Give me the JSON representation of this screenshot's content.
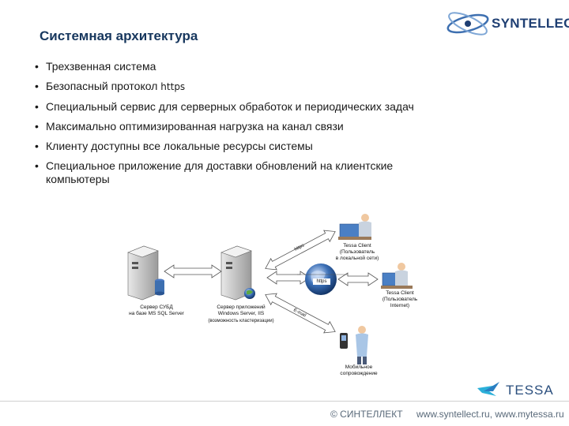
{
  "slide": {
    "title": "Системная архитектура",
    "bullets": [
      {
        "text": "Трехзвенная система"
      },
      {
        "text": "Безопасный протокол ",
        "suffix": "https"
      },
      {
        "text": "Специальный сервис для серверных обработок и периодических задач"
      },
      {
        "text": "Максимально оптимизированная нагрузка на канал связи"
      },
      {
        "text": "Клиенту доступны все локальные ресурсы системы"
      },
      {
        "text": "Специальное приложение для доставки обновлений на клиентские компьютеры"
      }
    ]
  },
  "brand": {
    "syntellect": "SYNTELLECT",
    "tessa": "TESSA",
    "copyright": "© СИНТЕЛЛЕКТ",
    "urls": "www.syntellect.ru, www.mytessa.ru"
  },
  "diagram": {
    "db_server_label": "Сервер СУБД\nна базе MS SQL Server",
    "app_server_label": "Сервер приложений\nWindows Server, IIS",
    "app_server_sub": "(возможность кластеризации)",
    "client_local_label": "Tessa Client\n(Пользователь\nв локальной сети)",
    "client_internet_label": "Tessa Client\n(Пользователь\nInternet)",
    "mobile_label": "Мобильное\nсопровождение",
    "link_top": "https",
    "link_mid": "https",
    "link_bottom": "E-mail"
  },
  "colors": {
    "title": "#17375e",
    "accent_blue": "#1f3f73",
    "arrow_outline": "#555555"
  }
}
